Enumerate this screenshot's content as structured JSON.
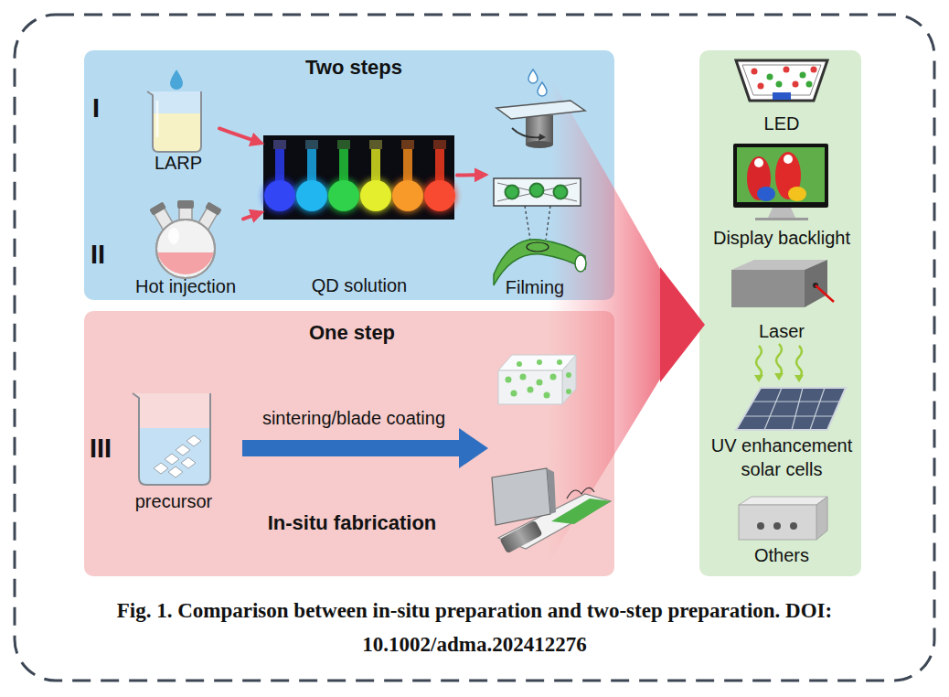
{
  "diagram": {
    "caption": "Fig. 1. Comparison between in-situ preparation and two-step preparation. DOI: 10.1002/adma.202412276",
    "nodes": [
      {
        "text": [
          "Two steps"
        ]
      },
      {
        "text": [
          "LARP"
        ],
        "in": 0
      },
      {
        "text": [
          "Hot injection"
        ],
        "in": 0
      },
      {
        "text": [
          "QD solution"
        ],
        "in": 0
      },
      {
        "text": [
          "Filming"
        ],
        "in": 0
      },
      {
        "text": [
          "One step",
          "In-situ fabrication"
        ]
      },
      {
        "text": [
          "precursor"
        ],
        "in": 5
      },
      {
        "text": [
          "LED"
        ]
      },
      {
        "text": [
          "Display backlight"
        ]
      },
      {
        "text": [
          "Laser"
        ]
      },
      {
        "text": [
          "UV enhancement solar cells"
        ]
      },
      {
        "text": [
          "Others"
        ]
      }
    ],
    "edges": [
      {
        "from": 1,
        "to": 3,
        "arrow": "to"
      },
      {
        "from": 2,
        "to": 3,
        "arrow": "to"
      },
      {
        "from": 3,
        "to": 4,
        "arrow": "to"
      }
    ],
    "labels": [
      "I",
      "II",
      "III",
      "sintering/blade coating"
    ]
  }
}
